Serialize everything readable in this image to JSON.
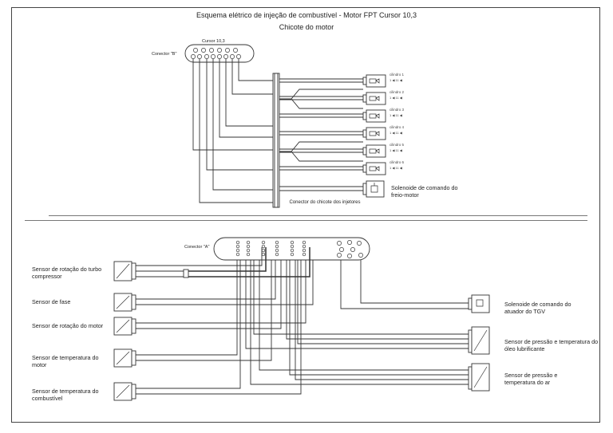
{
  "title": "Esquema elétrico de injeção de combustível - Motor FPT Cursor 10,3",
  "subtitle": "Chicote do motor",
  "colors": {
    "line": "#333333",
    "frame": "#444444",
    "background": "#ffffff",
    "separator": "#777777"
  },
  "top_section": {
    "ecu_label": "Cursor 10,3",
    "connector_label": "Conector \"B\"",
    "harness_connector_label": "Conector do chicote dos injetores",
    "injectors": [
      {
        "label": "cilindro 1",
        "sub": "1 ◀ 11 ◀"
      },
      {
        "label": "cilindro 2",
        "sub": "1 ◀ 11 ◀"
      },
      {
        "label": "cilindro 3",
        "sub": "1 ◀ 11 ◀"
      },
      {
        "label": "cilindro 4",
        "sub": "1 ◀ 11 ◀"
      },
      {
        "label": "cilindro 5",
        "sub": "1 ◀ 11 ◀"
      },
      {
        "label": "cilindro 6",
        "sub": "1 ◀ 11 ◀"
      }
    ],
    "brake_solenoid_label": "Solenoide de comando do freio-motor"
  },
  "bottom_section": {
    "connector_label": "Conector \"A\"",
    "left_components": [
      {
        "label": "Sensor de rotação do turbo compressor",
        "pins": 3
      },
      {
        "label": "Sensor de fase",
        "pins": 2
      },
      {
        "label": "Sensor de rotação do motor",
        "pins": 2
      },
      {
        "label": "Sensor de temperatura do motor",
        "pins": 2
      },
      {
        "label": "Sensor de temperatura do combustível",
        "pins": 2
      }
    ],
    "right_components": [
      {
        "label": "Solenoide de comando do atuador do TGV",
        "pins": 2
      },
      {
        "label": "Sensor de pressão e temperatura do óleo lubrificante",
        "pins": 4
      },
      {
        "label": "Sensor de pressão e temperatura do ar",
        "pins": 4
      }
    ]
  }
}
